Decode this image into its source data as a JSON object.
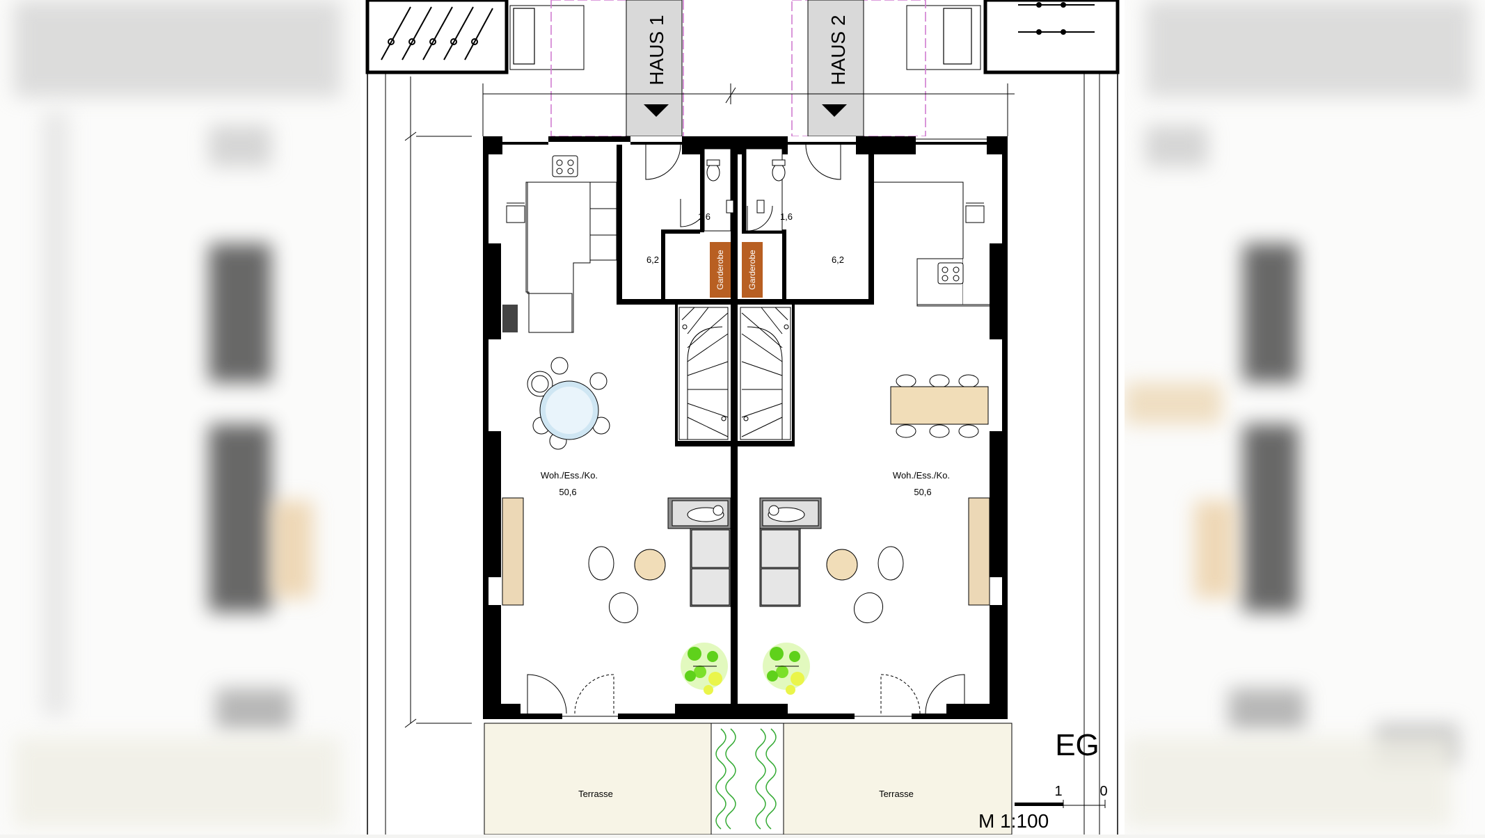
{
  "plan": {
    "level": "EG",
    "scale": "M 1:100",
    "scale_bar": {
      "left_tick": "1",
      "right_tick": "0"
    },
    "houses": [
      {
        "name": "HAUS 1"
      },
      {
        "name": "HAUS 2"
      }
    ],
    "rooms": {
      "living_area_label": "Woh./Ess./Ko.",
      "living_area_value": "50,6",
      "entry_value": "6,2",
      "wc_value": "1,6",
      "wardrobe": "Garderobe",
      "terrace": "Terrasse"
    },
    "colors": {
      "wall": "#000000",
      "terrace_fill": "#f7f4e6",
      "wood": "#e8d3b0",
      "wardrobe": "#b85f22",
      "plant": "#5fd11b",
      "property_line": "#d07cd0",
      "sofa": "#8c8c8c"
    }
  }
}
